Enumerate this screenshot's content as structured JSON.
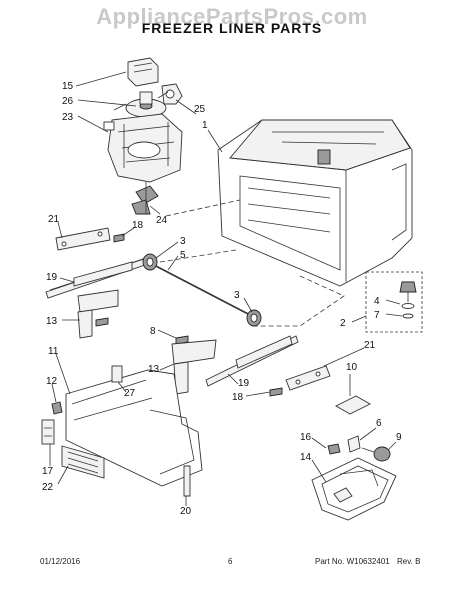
{
  "watermark": "AppliancePartsPros.com",
  "title": "FREEZER LINER PARTS",
  "callouts": [
    {
      "id": "15",
      "text": "15"
    },
    {
      "id": "26",
      "text": "26"
    },
    {
      "id": "25",
      "text": "25"
    },
    {
      "id": "1",
      "text": "1"
    },
    {
      "id": "23",
      "text": "23"
    },
    {
      "id": "24",
      "text": "24"
    },
    {
      "id": "21a",
      "text": "21"
    },
    {
      "id": "18a",
      "text": "18"
    },
    {
      "id": "3a",
      "text": "3"
    },
    {
      "id": "5",
      "text": "5"
    },
    {
      "id": "19a",
      "text": "19"
    },
    {
      "id": "3b",
      "text": "3"
    },
    {
      "id": "4",
      "text": "4"
    },
    {
      "id": "7",
      "text": "7"
    },
    {
      "id": "2",
      "text": "2"
    },
    {
      "id": "13a",
      "text": "13"
    },
    {
      "id": "8",
      "text": "8"
    },
    {
      "id": "11",
      "text": "11"
    },
    {
      "id": "21b",
      "text": "21"
    },
    {
      "id": "13b",
      "text": "13"
    },
    {
      "id": "27",
      "text": "27"
    },
    {
      "id": "19b",
      "text": "19"
    },
    {
      "id": "12",
      "text": "12"
    },
    {
      "id": "10",
      "text": "10"
    },
    {
      "id": "18b",
      "text": "18"
    },
    {
      "id": "6",
      "text": "6"
    },
    {
      "id": "9",
      "text": "9"
    },
    {
      "id": "16",
      "text": "16"
    },
    {
      "id": "14",
      "text": "14"
    },
    {
      "id": "17",
      "text": "17"
    },
    {
      "id": "22",
      "text": "22"
    },
    {
      "id": "20",
      "text": "20"
    }
  ],
  "footer": {
    "date": "01/12/2016",
    "page": "6",
    "part_no": "Part No. W10632401",
    "rev": "Rev. B"
  }
}
